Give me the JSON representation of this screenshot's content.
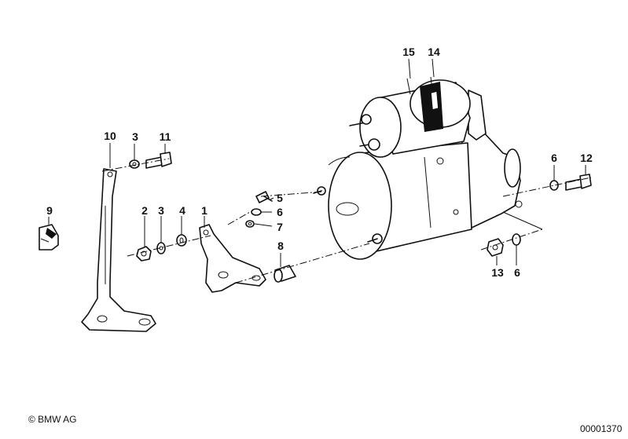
{
  "callouts": {
    "c1": "1",
    "c2": "2",
    "c3a": "3",
    "c3b": "3",
    "c4": "4",
    "c5": "5",
    "c6a": "6",
    "c6b": "6",
    "c6c": "6",
    "c7": "7",
    "c8": "8",
    "c9": "9",
    "c10": "10",
    "c11": "11",
    "c12": "12",
    "c13": "13",
    "c14": "14",
    "c15": "15"
  },
  "footer": {
    "copyright": "© BMW AG",
    "drawing_number": "00001370"
  }
}
